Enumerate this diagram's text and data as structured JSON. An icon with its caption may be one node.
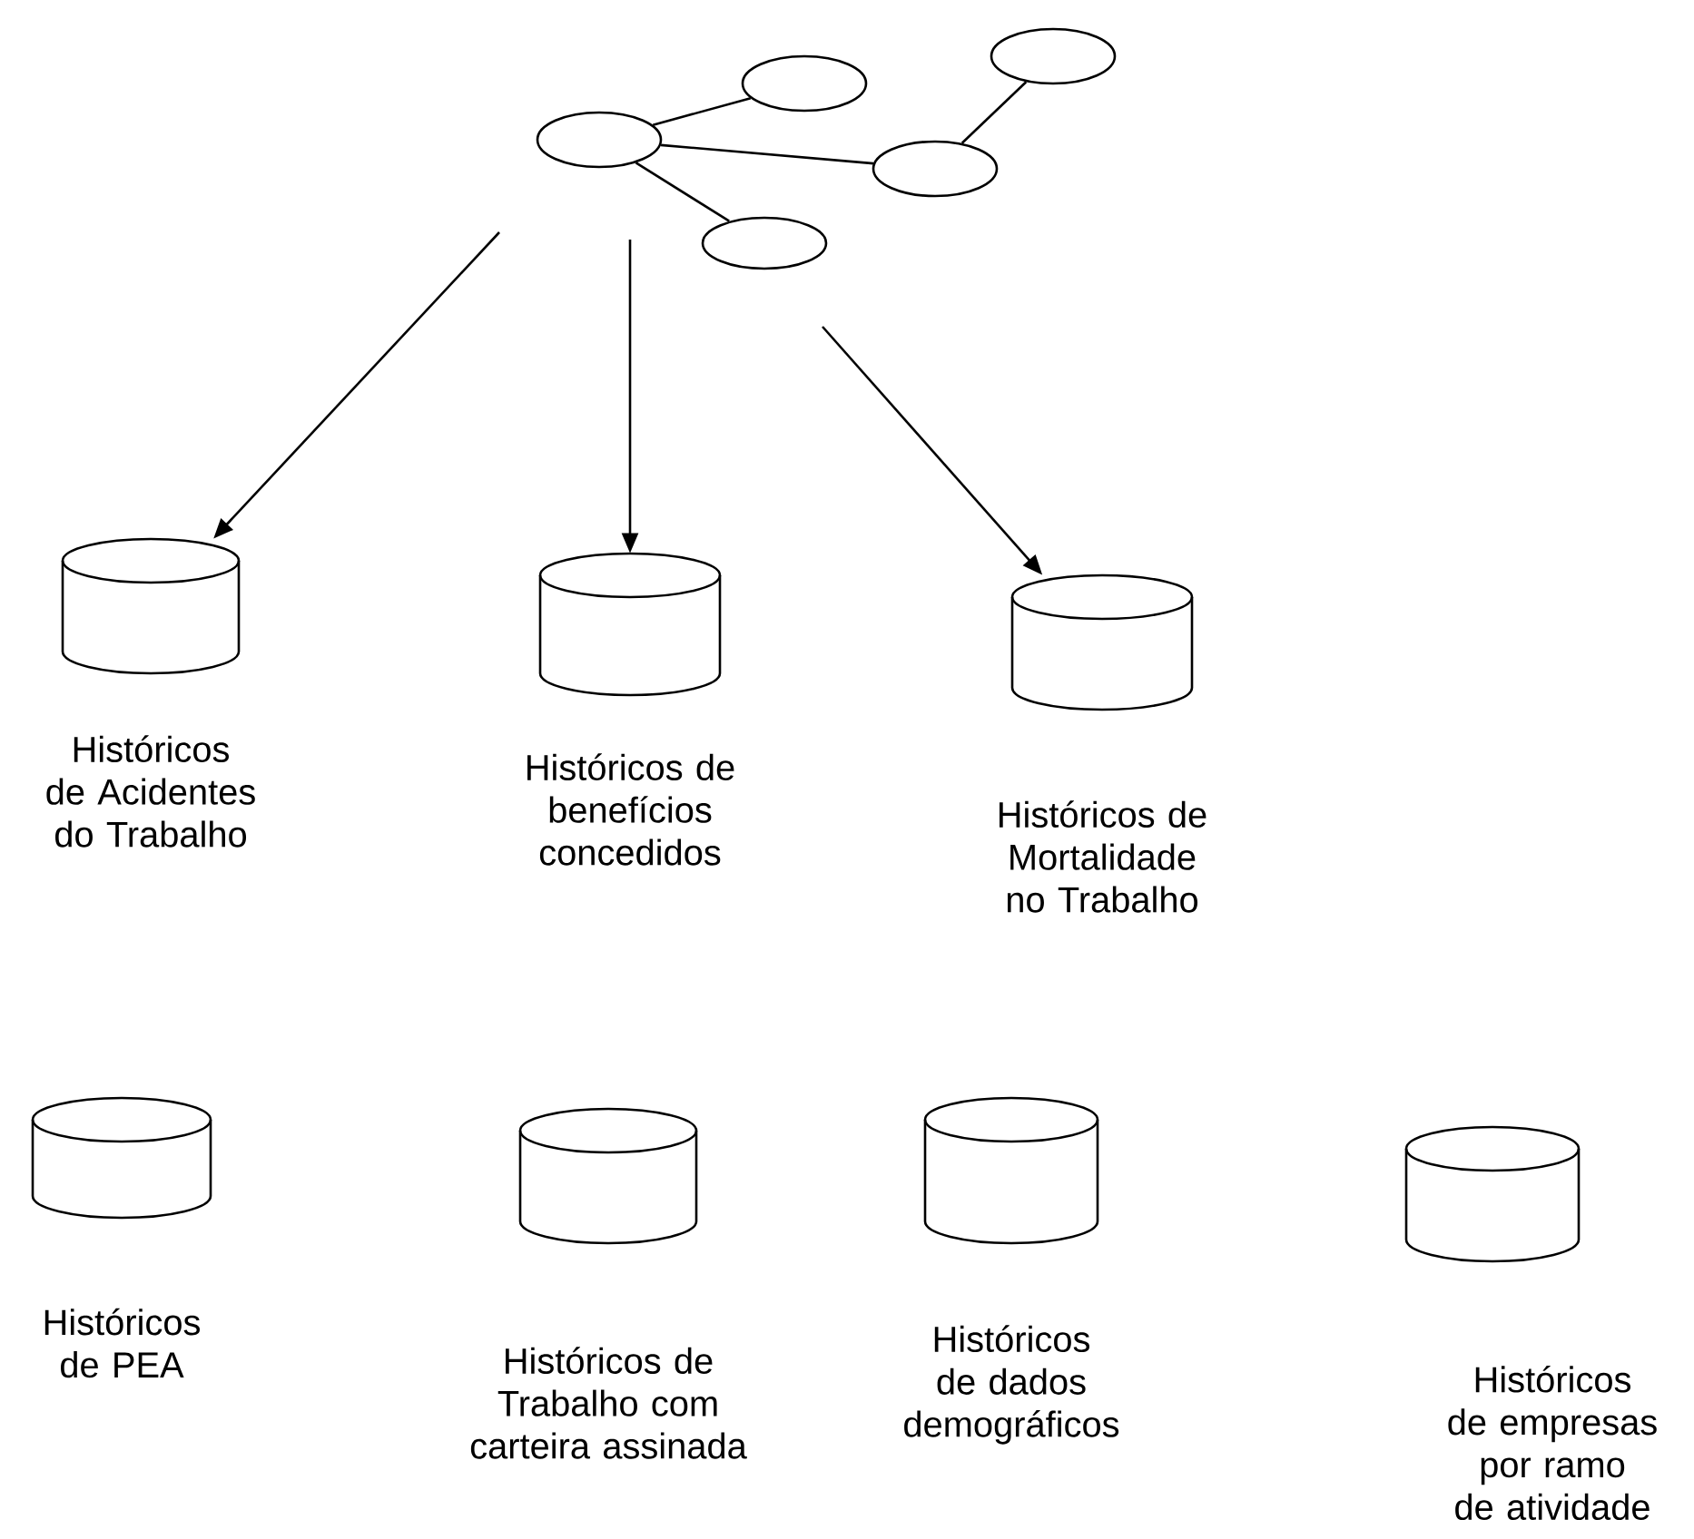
{
  "diagram": {
    "nodes": [
      {
        "text": [],
        "shape": "ellipse"
      },
      {
        "text": [],
        "shape": "ellipse"
      },
      {
        "text": [],
        "shape": "ellipse"
      },
      {
        "text": [],
        "shape": "ellipse"
      },
      {
        "text": [],
        "shape": "ellipse"
      },
      {
        "text": [
          "Históricos de Acidentes do Trabalho"
        ]
      },
      {
        "text": [
          "Históricos de benefícios concedidos"
        ]
      },
      {
        "text": [
          "Históricos de Mortalidade no Trabalho"
        ]
      },
      {
        "text": [
          "Históricos de PEA"
        ]
      },
      {
        "text": [
          "Históricos de Trabalho com carteira assinada"
        ]
      },
      {
        "text": [
          "Históricos de dados demográficos"
        ]
      },
      {
        "text": [
          "Históricos de empresas por ramo de atividade"
        ]
      }
    ],
    "edges": [
      {
        "from": 0,
        "to": 1,
        "arrow": "none"
      },
      {
        "from": 0,
        "to": 3,
        "arrow": "none"
      },
      {
        "from": 0,
        "to": 4,
        "arrow": "none"
      },
      {
        "from": 3,
        "to": 2,
        "arrow": "none"
      },
      {
        "from": null,
        "to": 5,
        "arrow": "to"
      },
      {
        "from": null,
        "to": 6,
        "arrow": "to"
      },
      {
        "from": null,
        "to": 7,
        "arrow": "to"
      }
    ]
  }
}
